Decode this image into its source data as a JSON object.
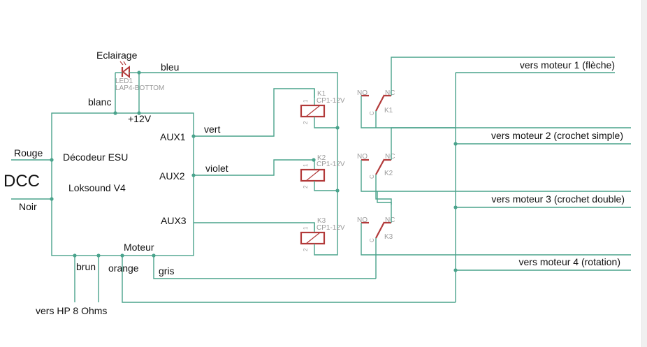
{
  "diagram": {
    "decoder": {
      "title": "Décodeur ESU",
      "model": "Loksound V4",
      "pins": {
        "aux1": "AUX1",
        "aux2": "AUX2",
        "aux3": "AUX3",
        "moteur": "Moteur",
        "plus12v": "+12V"
      }
    },
    "dcc": {
      "label": "DCC",
      "rouge": "Rouge",
      "noir": "Noir"
    },
    "led": {
      "title": "Eclairage",
      "name": "LED1",
      "package": "LAP4-BOTTOM"
    },
    "wires": {
      "bleu": "bleu",
      "blanc": "blanc",
      "vert": "vert",
      "violet": "violet",
      "brun": "brun",
      "orange": "orange",
      "gris": "gris"
    },
    "speaker": "vers HP 8 Ohms",
    "relays": [
      {
        "name": "K1",
        "type": "CP1-12V",
        "pin1": "1",
        "pin2": "2",
        "no": "NO",
        "nc": "NC",
        "c": "C"
      },
      {
        "name": "K2",
        "type": "CP1-12V",
        "pin1": "1",
        "pin2": "2",
        "no": "NO",
        "nc": "NC",
        "c": "C"
      },
      {
        "name": "K3",
        "type": "CP1-12V",
        "pin1": "1",
        "pin2": "2",
        "no": "NO",
        "nc": "NC",
        "c": "C"
      }
    ],
    "outputs": [
      "vers moteur 1 (flèche)",
      "vers moteur 2 (crochet simple)",
      "vers moteur 3 (crochet double)",
      "vers moteur 4 (rotation)"
    ],
    "colors": {
      "wire": "#4aa38c",
      "component": "#b23a3a",
      "annotation": "#9a9a9a"
    }
  }
}
